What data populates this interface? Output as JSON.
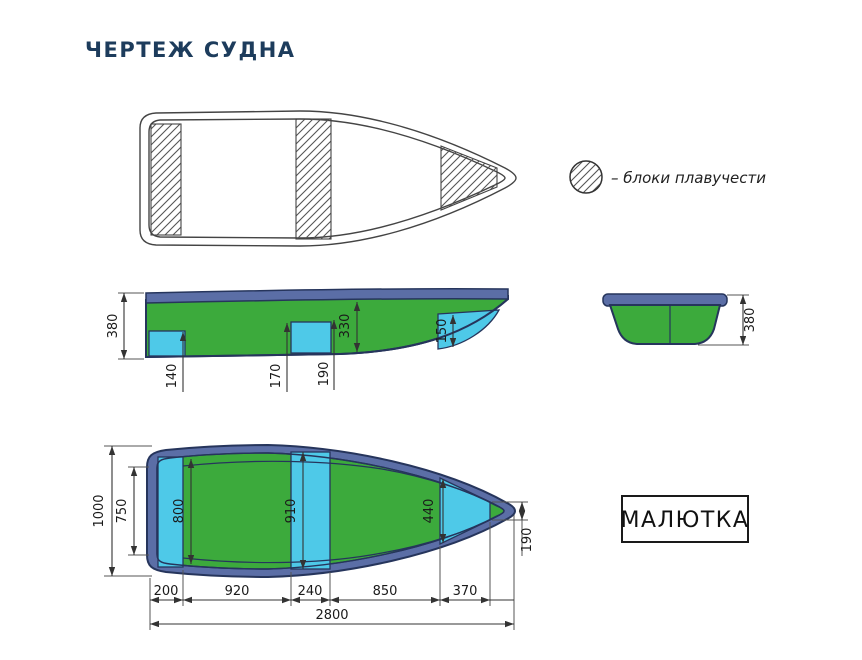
{
  "title": "ЧЕРТЕЖ СУДНА",
  "legend": {
    "label": "– блоки плавучести"
  },
  "model_plate": {
    "name": "МАЛЮТКА"
  },
  "side_view": {
    "overall_depth": "380",
    "stern_block_height": "140",
    "mid_block_height_1": "170",
    "mid_block_height_2": "190",
    "mid_depth": "330",
    "bow_block_height": "150"
  },
  "transom_view": {
    "overall_depth": "380"
  },
  "plan_view": {
    "overall_beam": "1000",
    "transom_width": "750",
    "stern_station_width": "800",
    "mid_station_width": "910",
    "bow_block_width": "440",
    "bow_tip_width": "190",
    "seg_stern": "200",
    "seg_stern_to_mid": "920",
    "seg_mid_block": "240",
    "seg_mid_to_bow": "850",
    "seg_bow_block": "370",
    "overall_length": "2800"
  },
  "colors": {
    "title_navy": "#1d3c5c",
    "hull_green": "#3caa3c",
    "block_cyan": "#4ec9e8",
    "gunwale_blue": "#5b6ea6",
    "outline_dark": "#26355c"
  }
}
